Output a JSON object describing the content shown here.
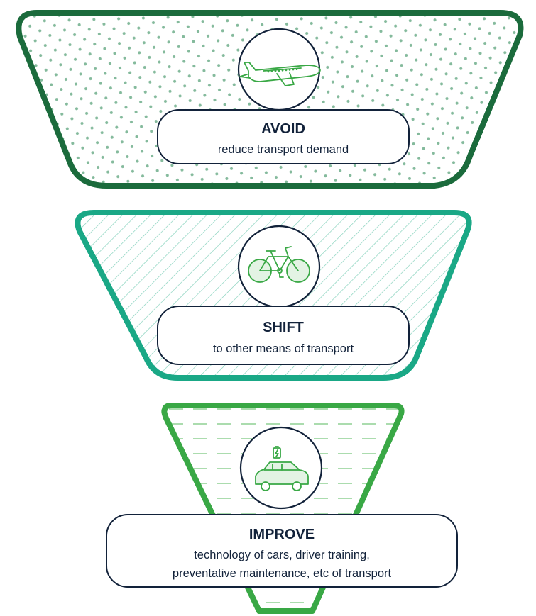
{
  "colors": {
    "avoid": "#1b6b3c",
    "shift": "#1aa886",
    "improve": "#39a845",
    "text": "#12223a"
  },
  "tiers": [
    {
      "key": "avoid",
      "title": "AVOID",
      "lines": [
        "reduce transport demand"
      ],
      "icon": "airplane-icon",
      "pattern": "dots"
    },
    {
      "key": "shift",
      "title": "SHIFT",
      "lines": [
        "to other means of transport"
      ],
      "icon": "bicycle-icon",
      "pattern": "diagonal-lines"
    },
    {
      "key": "improve",
      "title": "IMPROVE",
      "lines": [
        "technology of cars, driver training,",
        "preventative maintenance, etc of transport"
      ],
      "icon": "electric-car-icon",
      "pattern": "dashed-lines"
    }
  ]
}
